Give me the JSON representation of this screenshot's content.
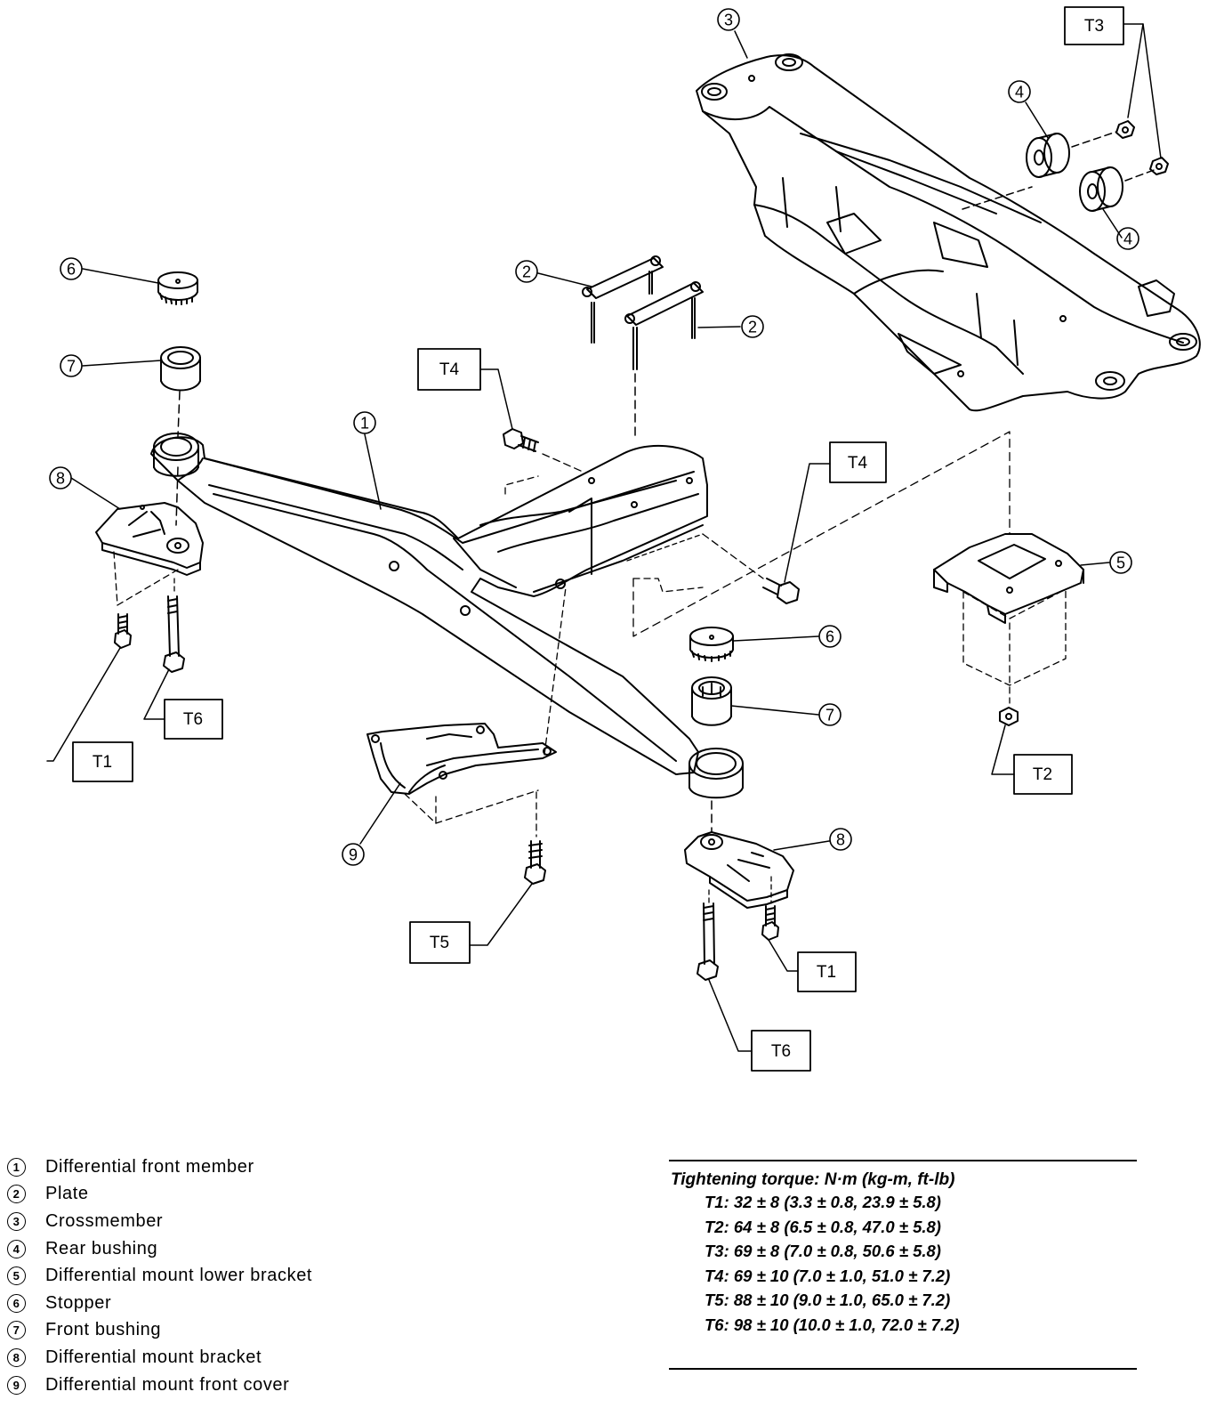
{
  "callouts": {
    "c1": "1",
    "c2a": "2",
    "c2b": "2",
    "c3": "3",
    "c4a": "4",
    "c4b": "4",
    "c5": "5",
    "c6a": "6",
    "c6b": "6",
    "c7a": "7",
    "c7b": "7",
    "c8a": "8",
    "c8b": "8",
    "c9": "9"
  },
  "torque_tags": {
    "t3": "T3",
    "t4a": "T4",
    "t4b": "T4",
    "t6a": "T6",
    "t1a": "T1",
    "t2": "T2",
    "t5": "T5",
    "t1b": "T1",
    "t6b": "T6"
  },
  "legend": [
    {
      "num": "1",
      "label": "Differential front member"
    },
    {
      "num": "2",
      "label": "Plate"
    },
    {
      "num": "3",
      "label": "Crossmember"
    },
    {
      "num": "4",
      "label": "Rear bushing"
    },
    {
      "num": "5",
      "label": "Differential mount lower bracket"
    },
    {
      "num": "6",
      "label": "Stopper"
    },
    {
      "num": "7",
      "label": "Front bushing"
    },
    {
      "num": "8",
      "label": "Differential mount bracket"
    },
    {
      "num": "9",
      "label": "Differential mount front cover"
    }
  ],
  "torque_table": {
    "heading": "Tightening torque: N·m (kg-m, ft-lb)",
    "rows": [
      "T1: 32 ± 8 (3.3 ± 0.8, 23.9 ± 5.8)",
      "T2: 64 ± 8 (6.5 ± 0.8, 47.0 ± 5.8)",
      "T3: 69 ± 8 (7.0 ± 0.8, 50.6 ± 5.8)",
      "T4: 69 ± 10 (7.0 ± 1.0, 51.0 ± 7.2)",
      "T5: 88 ± 10 (9.0 ± 1.0, 65.0 ± 7.2)",
      "T6: 98 ± 10 (10.0 ± 1.0, 72.0 ± 7.2)"
    ]
  }
}
